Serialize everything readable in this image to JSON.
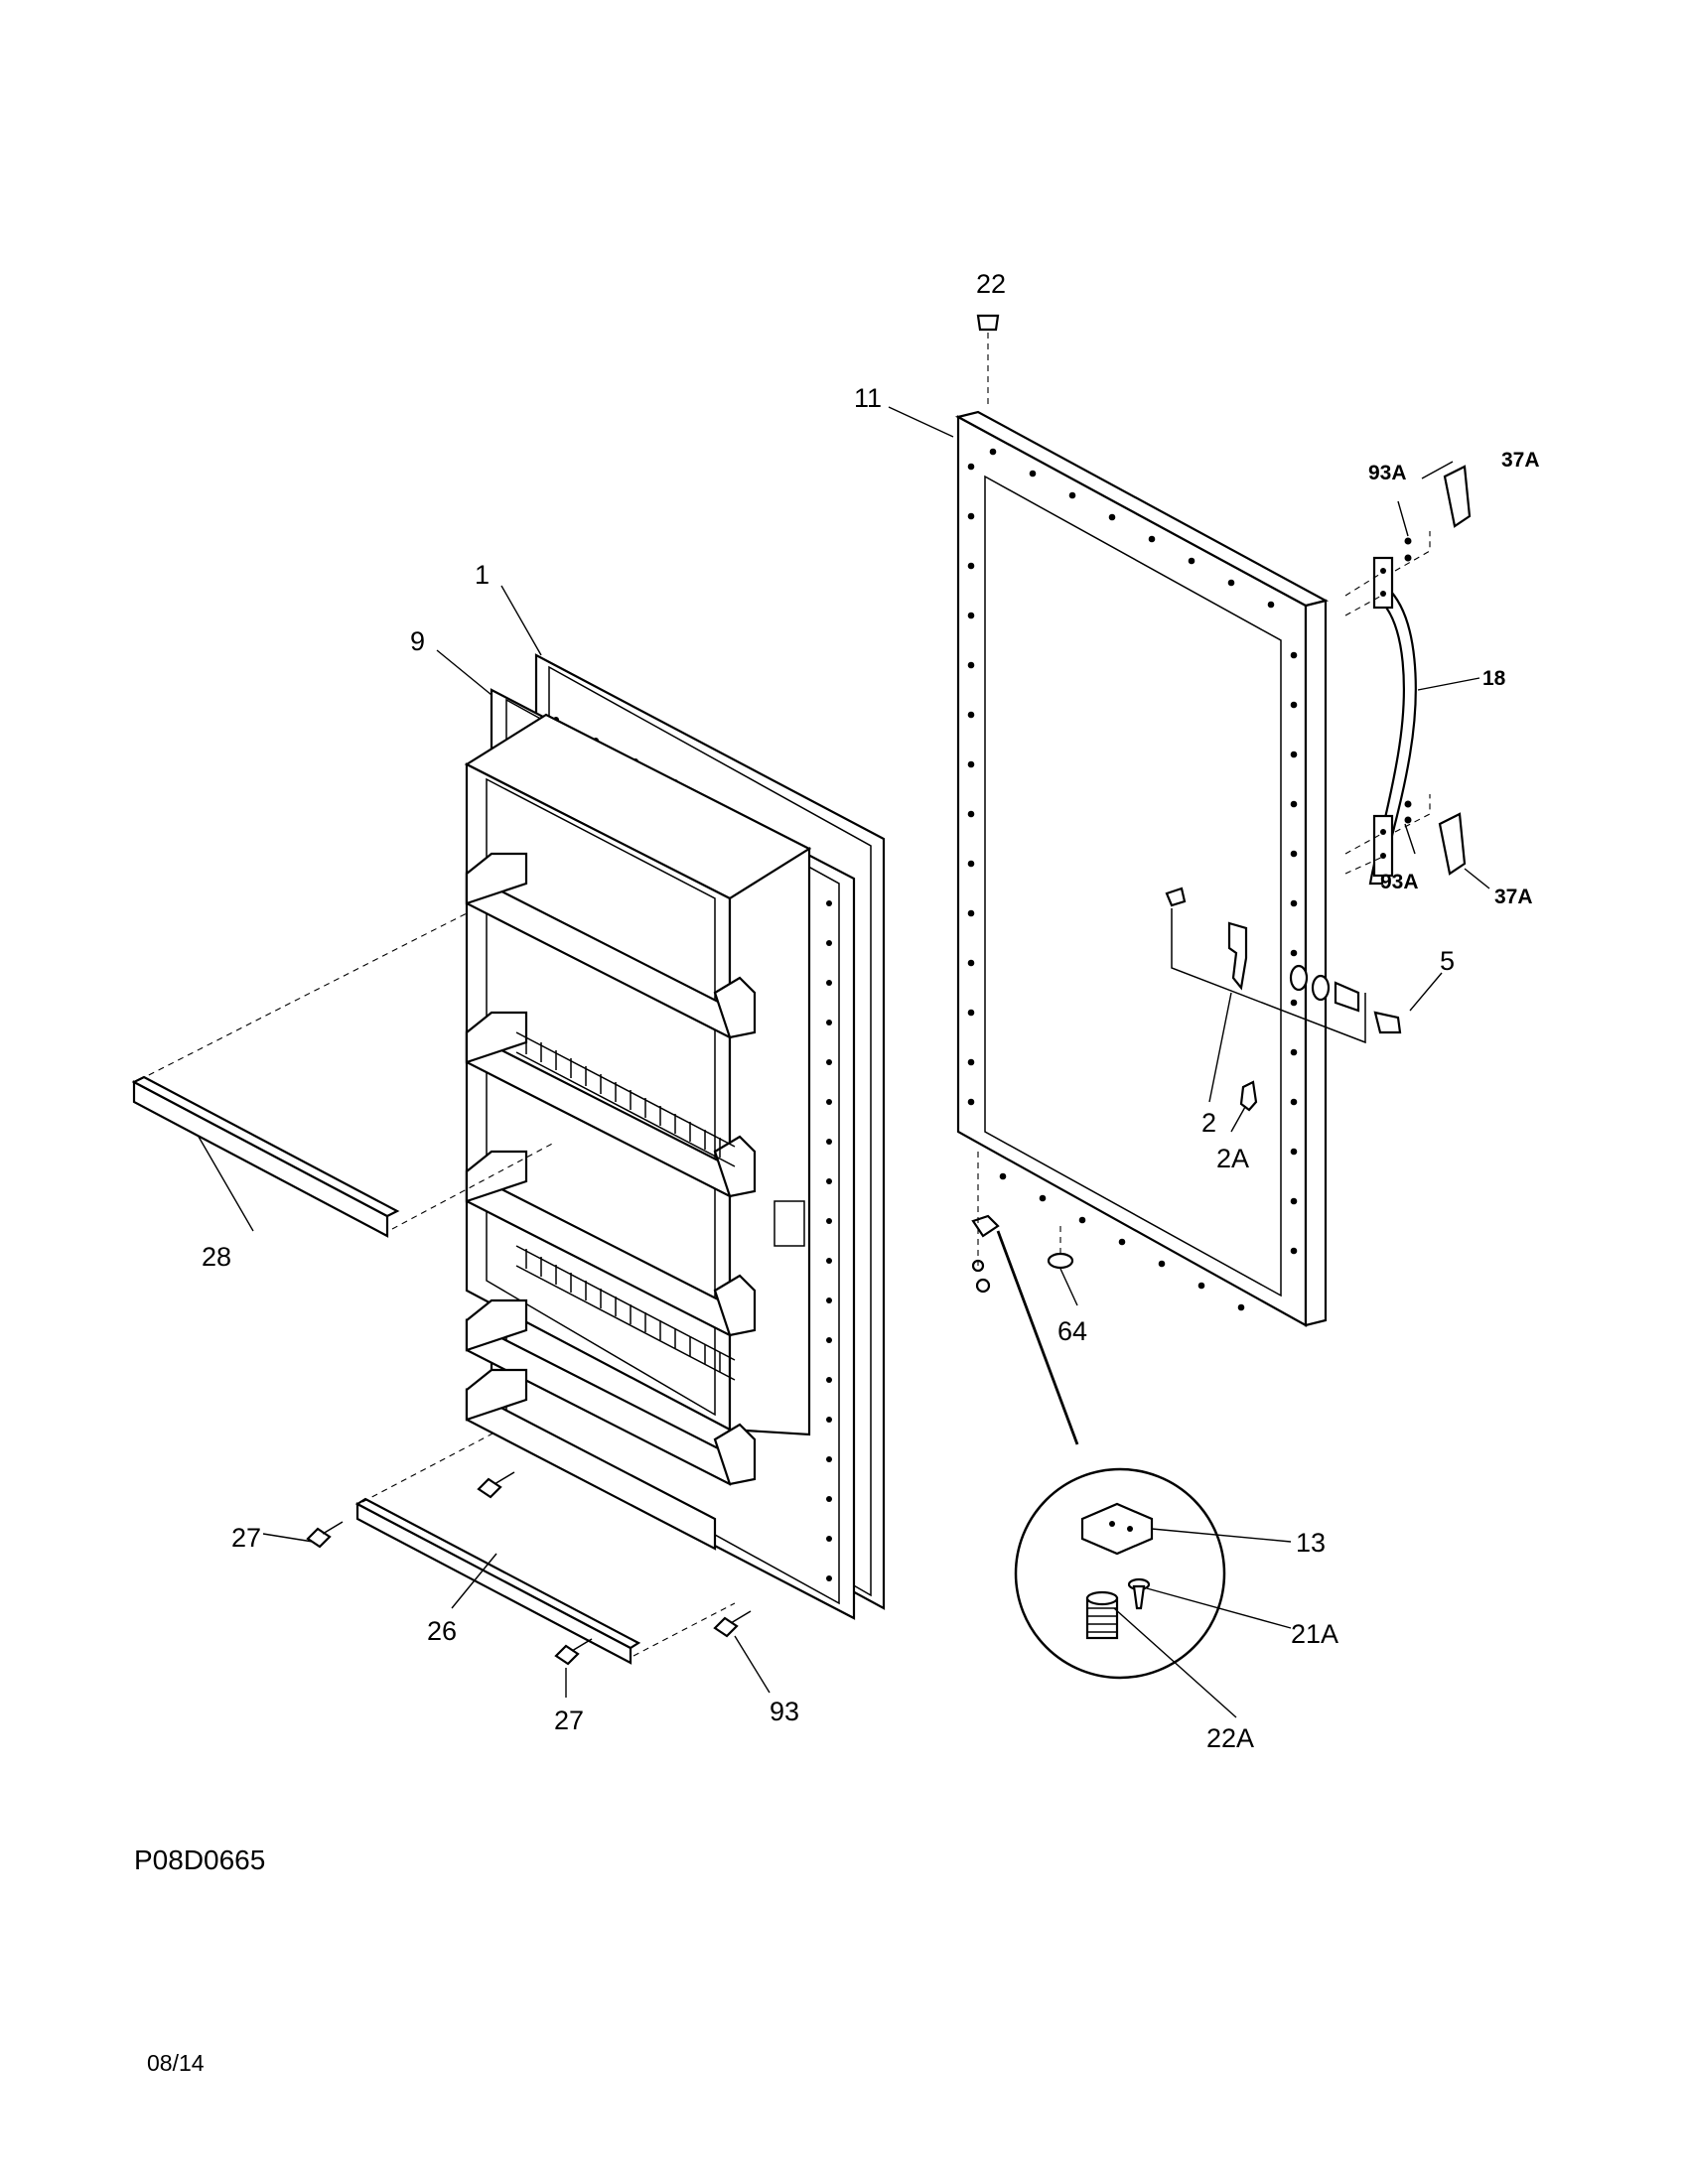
{
  "drawing": {
    "id": "P08D0665",
    "date": "08/14"
  },
  "callouts": {
    "c1": "1",
    "c9": "9",
    "c11": "11",
    "c22": "22",
    "c93A_top": "93A",
    "c37A_top": "37A",
    "c18": "18",
    "c93A_bot": "93A",
    "c37A_bot": "37A",
    "c5": "5",
    "c2": "2",
    "c2A": "2A",
    "c28": "28",
    "c64": "64",
    "c27_left": "27",
    "c26": "26",
    "c27_bottom": "27",
    "c93": "93",
    "c13": "13",
    "c21A": "21A",
    "c22A": "22A"
  }
}
